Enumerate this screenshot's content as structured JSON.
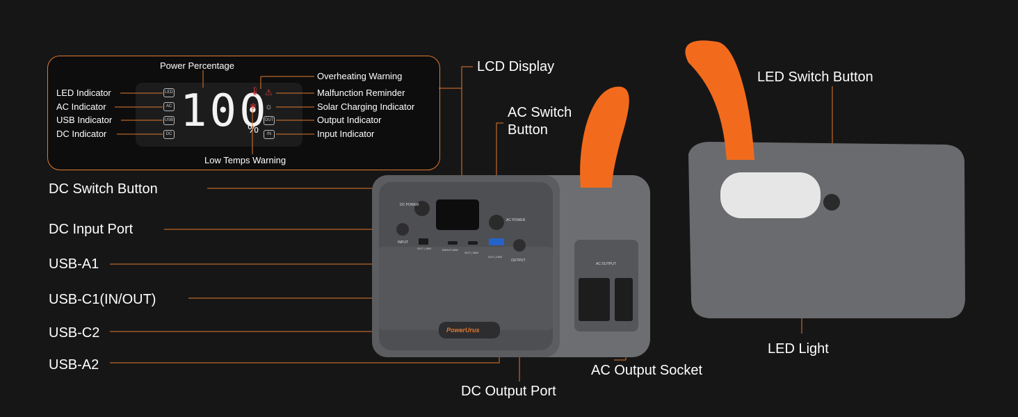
{
  "inset": {
    "power_percentage": "Power Percentage",
    "lcd_value": "100",
    "lcd_unit": "%",
    "left_items": [
      "LED Indicator",
      "AC Indicator",
      "USB Indicator",
      "DC Indicator"
    ],
    "right_items": [
      "Overheating Warning",
      "Malfunction Reminder",
      "Solar Charging Indicator",
      "Output Indicator",
      "Input Indicator"
    ],
    "low_temps": "Low Temps Warning",
    "icon_text": [
      "LED",
      "AC",
      "USB",
      "DC",
      "OUT",
      "IN"
    ]
  },
  "callouts": {
    "lcd_display": "LCD Display",
    "ac_switch_line1": "AC Switch",
    "ac_switch_line2": "Button",
    "dc_switch": "DC Switch Button",
    "dc_input": "DC Input Port",
    "usb_a1": "USB-A1",
    "usb_c1": "USB-C1(IN/OUT)",
    "usb_c2": "USB-C2",
    "usb_a2": "USB-A2",
    "dc_output": "DC Output Port",
    "ac_output_socket": "AC Output Socket",
    "led_switch": "LED Switch Button",
    "led_light": "LED Light"
  },
  "device": {
    "brand": "PowerUrus",
    "dc_power": "DC POWER",
    "ac_power": "AC POWER",
    "input": "INPUT",
    "output": "OUTPUT",
    "ac_output": "AC OUTPUT",
    "usb_a1_port": "OUT | 18W",
    "usb_c1_port": "IN/OUT 60W",
    "usb_c2_port": "OUT | 30W",
    "usb_a2_port": "OUT | 15W"
  },
  "colors": {
    "accent": "#e07a2e",
    "background": "#171616",
    "strap": "#f26b1d",
    "body": "#6a6b6e"
  }
}
